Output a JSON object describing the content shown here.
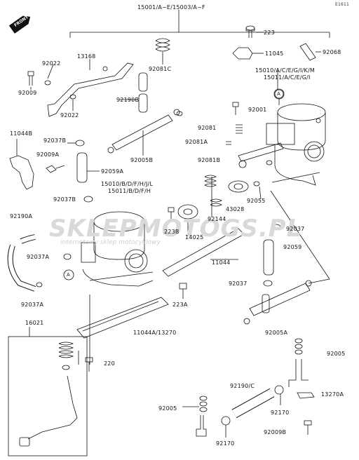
{
  "page_id": "E1611",
  "header": "15001/A~E/15003/A~F",
  "front_label": "FRONT",
  "watermark": {
    "brand_left": "SKLEP",
    "brand_mid": "MOTO",
    "brand_right": "GS.PL",
    "tagline": "internetowy sklep motocyklowy"
  },
  "labels": {
    "l223_top": "223",
    "l11045": "11045",
    "l92068": "92068",
    "l15010_right": "15010/A/C/E/G/I/K/M",
    "l15011_right": "15011/A/C/E/G/I",
    "l13168": "13168",
    "l92022a": "92022",
    "l92009": "92009",
    "l92022b": "92022",
    "l92081c": "92081C",
    "l92190b": "92190B",
    "l92001": "92001",
    "l92081": "92081",
    "l92081a": "92081A",
    "l11044b": "11044B",
    "l92037b_top": "92037B",
    "l92009a": "92009A",
    "l92005b": "92005B",
    "l92059a": "92059A",
    "l92081b": "92081B",
    "l15010_left": "15010/B/D/F/H/J/L",
    "l15011_left": "15011/B/D/F/H",
    "l92037b_mid": "92037B",
    "l43028": "43028",
    "l92055": "92055",
    "l92190a": "92190A",
    "l223b": "223B",
    "l92144": "92144",
    "l14025": "14025",
    "l92037_right": "92037",
    "l92037a": "92037A",
    "l92059": "92059",
    "l11044": "11044",
    "l92037a_bottom": "92037A",
    "l92037_mid": "92037",
    "l223a": "223A",
    "l16021": "16021",
    "l11044a": "11044A/13270",
    "l92005a": "92005A",
    "l92005_right": "92005",
    "l220": "220",
    "l92190c": "92190/C",
    "l13270a": "13270A",
    "l92005_left": "92005",
    "l92170_mid": "92170",
    "l92170_bot": "92170",
    "l92009b": "92009B",
    "circle_a": "A"
  }
}
